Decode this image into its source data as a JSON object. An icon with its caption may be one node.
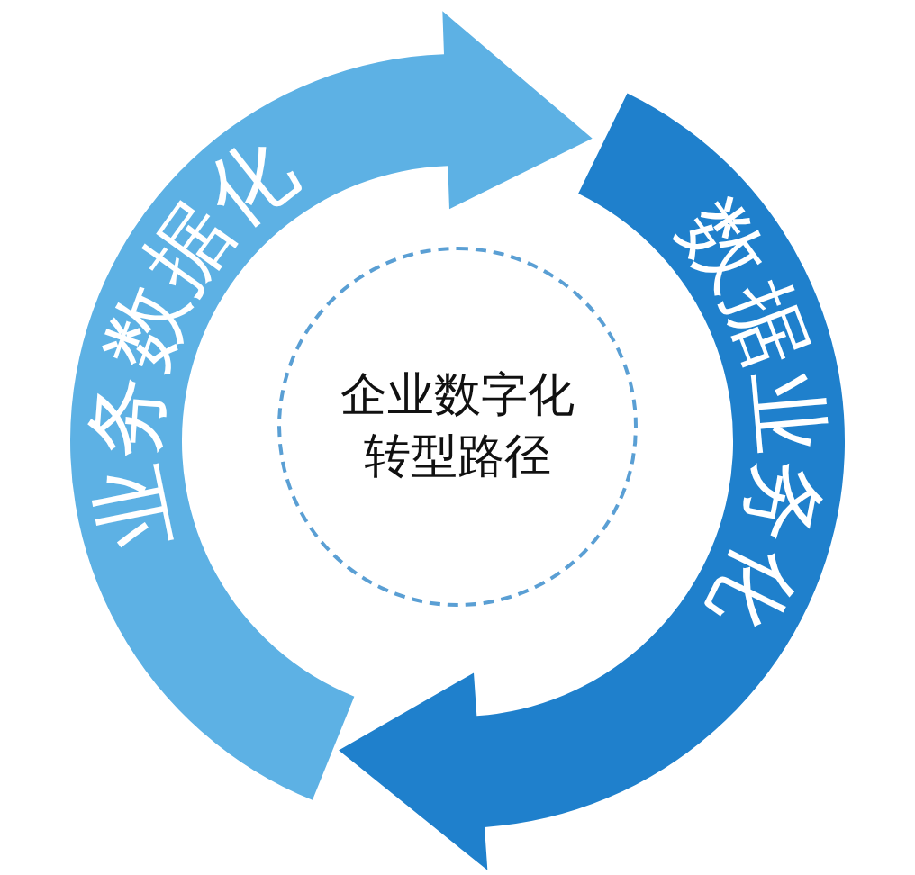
{
  "diagram": {
    "nodes": [
      {
        "text": [
          "业务数据化"
        ]
      },
      {
        "text": [
          "数据业务化"
        ]
      },
      {
        "text": [
          "企业数字化转型路径"
        ]
      }
    ]
  }
}
